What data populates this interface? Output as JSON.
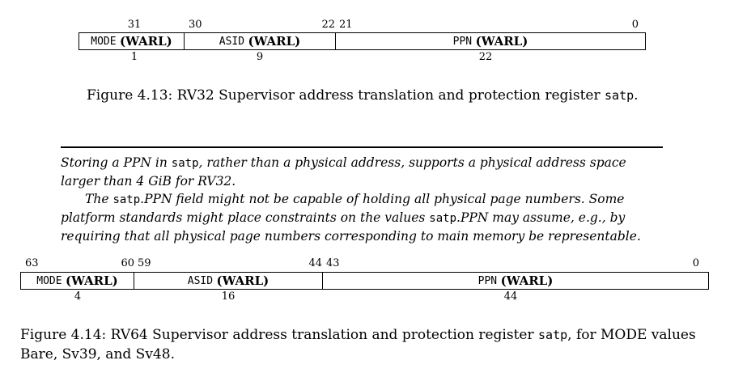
{
  "fig13": {
    "bits": {
      "b31": "31",
      "b30": "30",
      "b22": "22",
      "b21": "21",
      "b0": "0"
    },
    "fields": [
      {
        "name": "MODE",
        "attr": "(WARL)",
        "width": "1"
      },
      {
        "name": "ASID",
        "attr": "(WARL)",
        "width": "9"
      },
      {
        "name": "PPN",
        "attr": "(WARL)",
        "width": "22"
      }
    ],
    "caption": {
      "prefix": "Figure 4.13: RV32 Supervisor address translation and protection register",
      "reg": "satp",
      "suffix": "."
    }
  },
  "note": {
    "p1_a": "Storing a PPN in",
    "p1_reg": "satp",
    "p1_b": ", rather than a physical address, supports a physical address space larger than 4 GiB for RV32.",
    "p2_a": "The",
    "p2_reg": "satp",
    "p2_b": ".PPN field might not be capable of holding all physical page numbers. Some platform standards might place constraints on the values",
    "p2_reg2": "satp",
    "p2_c": ".PPN may assume, e.g., by requiring that all physical page numbers corresponding to main memory be representable."
  },
  "fig14": {
    "bits": {
      "b63": "63",
      "b60": "60",
      "b59": "59",
      "b44": "44",
      "b43": "43",
      "b0": "0"
    },
    "fields": [
      {
        "name": "MODE",
        "attr": "(WARL)",
        "width": "4"
      },
      {
        "name": "ASID",
        "attr": "(WARL)",
        "width": "16"
      },
      {
        "name": "PPN",
        "attr": "(WARL)",
        "width": "44"
      }
    ],
    "caption": {
      "prefix": "Figure 4.14: RV64 Supervisor address translation and protection register",
      "reg": "satp",
      "suffix": ", for MODE values Bare, Sv39, and Sv48."
    }
  }
}
